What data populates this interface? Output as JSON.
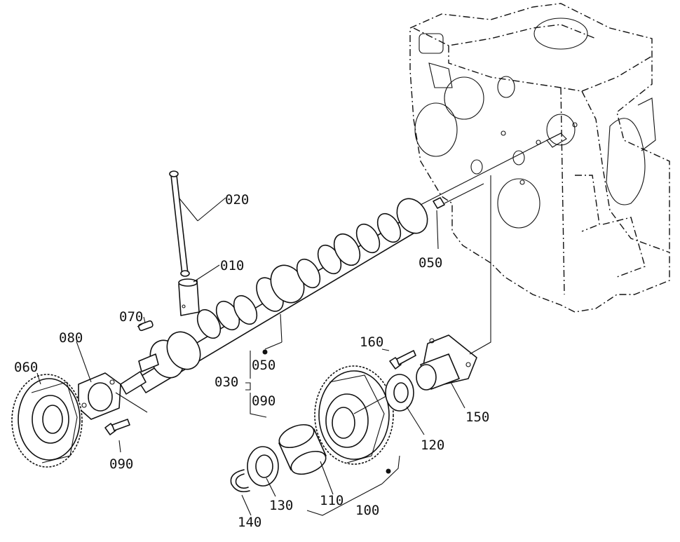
{
  "callouts": {
    "c010": "010",
    "c020": "020",
    "c030": "030",
    "c050a": "050",
    "c050b": "050",
    "c060": "060",
    "c070": "070",
    "c080": "080",
    "c090a": "090",
    "c090b": "090",
    "c100": "100",
    "c110": "110",
    "c120": "120",
    "c130": "130",
    "c140": "140",
    "c150": "150",
    "c160": "160"
  }
}
